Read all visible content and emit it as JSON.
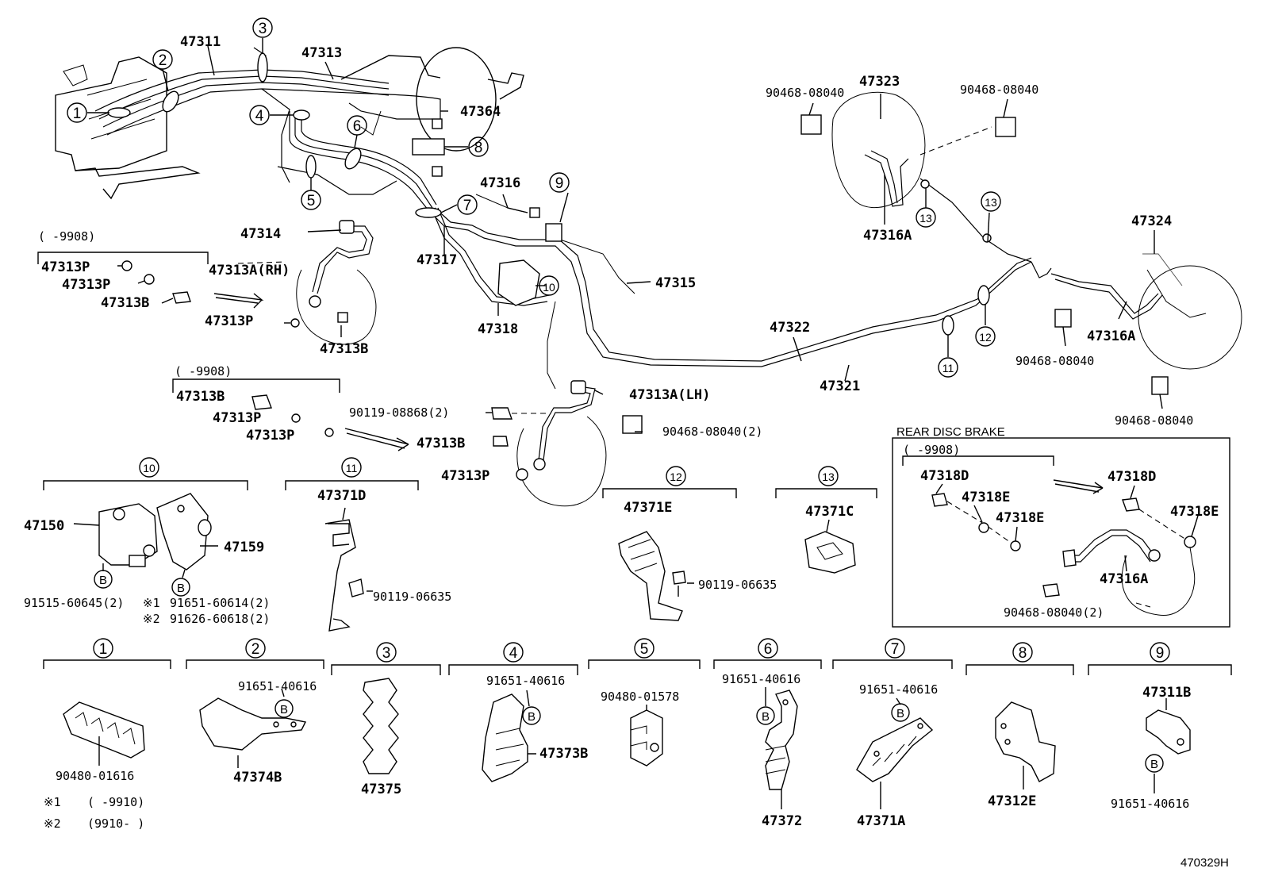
{
  "parts": {
    "p47311": "47311",
    "p47313": "47313",
    "p47364": "47364",
    "p47314": "47314",
    "p47313A_RH": "47313A(RH)",
    "p47313P": "47313P",
    "p47313B": "47313B",
    "p47316": "47316",
    "p47317": "47317",
    "p47318": "47318",
    "p47315": "47315",
    "p47322": "47322",
    "p47321": "47321",
    "p47323": "47323",
    "p47316A": "47316A",
    "p47324": "47324",
    "p90468_08040": "90468-08040",
    "p90468_08040_2": "90468-08040(2)",
    "p90119_08868_2": "90119-08868(2)",
    "p47313A_LH": "47313A(LH)",
    "p47150": "47150",
    "p47159": "47159",
    "p91515_60645_2": "91515-60645(2)",
    "p91651_60614_2": "91651-60614(2)",
    "p91626_60618_2": "91626-60618(2)",
    "p47371D": "47371D",
    "p90119_06635": "90119-06635",
    "p47371E": "47371E",
    "p47371C": "47371C",
    "p47318D": "47318D",
    "p47318E": "47318E",
    "p90480_01616": "90480-01616",
    "p91651_40616": "91651-40616",
    "p47374B": "47374B",
    "p47375": "47375",
    "p47373B": "47373B",
    "p90480_01578": "90480-01578",
    "p47372": "47372",
    "p47371A": "47371A",
    "p47312E": "47312E",
    "p47311B": "47311B"
  },
  "labels": {
    "rear_disc_brake": "REAR DISC BRAKE",
    "date_range_9908": "(     -9908)",
    "mark_b": "B",
    "note1_mark": "※1",
    "note2_mark": "※2",
    "note1_range": "(      -9910)",
    "note2_range": "(9910-      )",
    "diagram_code": "470329H"
  },
  "callouts": [
    "1",
    "2",
    "3",
    "4",
    "5",
    "6",
    "7",
    "8",
    "9",
    "10",
    "11",
    "12",
    "13"
  ]
}
